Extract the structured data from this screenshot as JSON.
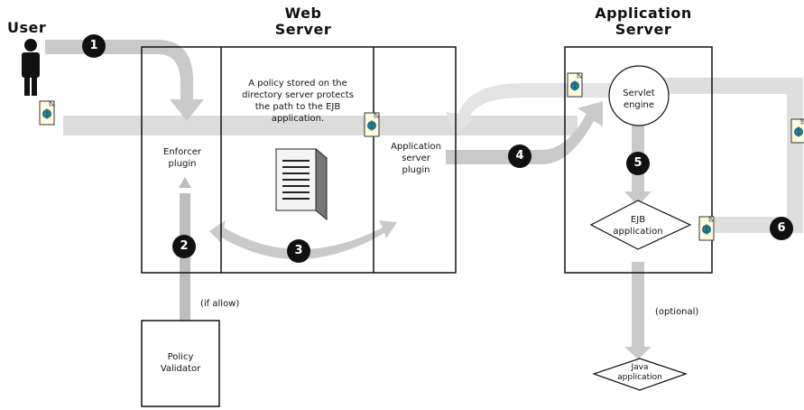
{
  "titles": {
    "user": "User",
    "web_server": "Web\nServer",
    "app_server": "Application\nServer"
  },
  "labels": {
    "policy_note": "A policy stored on the\ndirectory server protects\nthe path  to the EJB\napplication.",
    "enforcer": "Enforcer\nplugin",
    "app_server_plugin": "Application\nserver\nplugin",
    "servlet_engine": "Servlet\nengine",
    "ejb_application": "EJB\napplication",
    "policy_validator": "Policy\nValidator",
    "if_allow": "(if allow)",
    "optional": "(optional)",
    "java_application": "Java\napplication"
  },
  "steps": [
    "1",
    "2",
    "3",
    "4",
    "5",
    "6"
  ],
  "colors": {
    "flow_arrow": "#d6d6d6",
    "flow_arrow_dark": "#b9b9b9",
    "badge": "#111111"
  }
}
